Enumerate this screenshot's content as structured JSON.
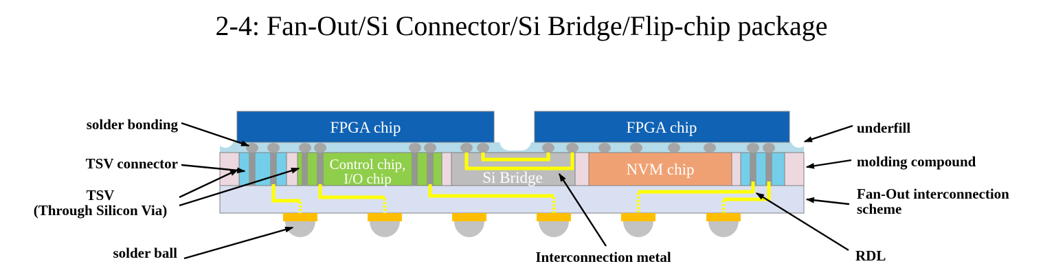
{
  "title": "2-4: Fan-Out/Si Connector/Si Bridge/Flip-chip package",
  "colors": {
    "fpga_blue": "#1062B4",
    "underfill_blue": "#B4DBE9",
    "molding_pink": "#EDD8DF",
    "tsv_cyan": "#74CEE9",
    "via_gray": "#969696",
    "chip_green": "#8FCE4A",
    "bridge_gray": "#BDBDBD",
    "nvm_salmon": "#F0A173",
    "fanout_lavender": "#D9E0F1",
    "metal_yellow": "#FFFF00",
    "pad_orange": "#FFBF00",
    "ball_gray": "#C3C3C3",
    "bump_gray": "#A6A6A6",
    "white": "#FFFFFF"
  },
  "chips": {
    "fpga_left": "FPGA chip",
    "fpga_right": "FPGA chip",
    "control_line1": "Control chip,",
    "control_line2": "I/O chip",
    "si_bridge": "Si Bridge",
    "nvm": "NVM chip"
  },
  "labels": {
    "solder_bonding": "solder bonding",
    "tsv_connector": "TSV connector",
    "tsv_line1": "TSV",
    "tsv_line2": "(Through Silicon Via)",
    "solder_ball": "solder ball",
    "interconnection_metal": "Interconnection metal",
    "rdl": "RDL",
    "underfill": "underfill",
    "molding_compound": "molding compound",
    "fan_out_line1": "Fan-Out interconnection",
    "fan_out_line2": "scheme"
  }
}
